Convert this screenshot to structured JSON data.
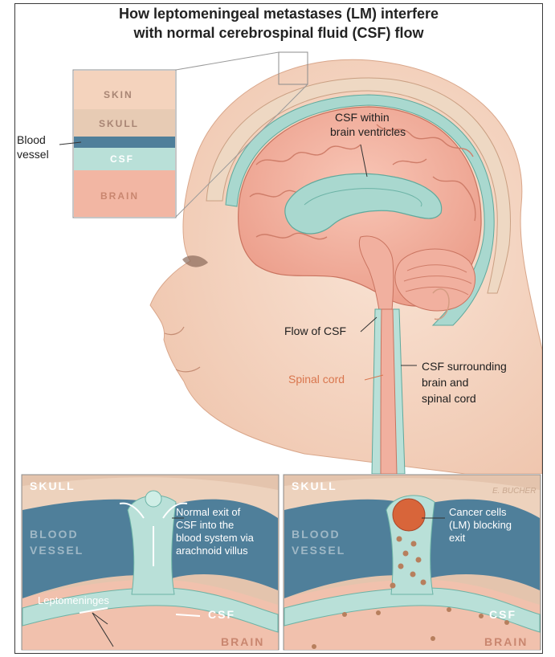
{
  "title": {
    "line1": "How leptomeningeal metastases (LM) interfere",
    "line2": "with normal cerebrospinal fluid (CSF) flow"
  },
  "inset": {
    "skin": "SKIN",
    "skull": "SKULL",
    "csf": "CSF",
    "brain": "BRAIN",
    "blood_vessel_line1": "Blood",
    "blood_vessel_line2": "vessel"
  },
  "main": {
    "csf_ventricles_line1": "CSF within",
    "csf_ventricles_line2": "brain ventricles",
    "flow_of_csf": "Flow of CSF",
    "spinal_cord": "Spinal cord",
    "csf_surrounding_line1": "CSF surrounding",
    "csf_surrounding_line2": "brain and",
    "csf_surrounding_line3": "spinal cord"
  },
  "panel_left": {
    "skull": "SKULL",
    "blood": "BLOOD",
    "vessel": "VESSEL",
    "normal_exit_line1": "Normal exit of",
    "normal_exit_line2": "CSF into the",
    "normal_exit_line3": "blood system via",
    "normal_exit_line4": "arachnoid villus",
    "leptomeninges": "Leptomeninges",
    "csf": "CSF",
    "brain": "BRAIN"
  },
  "panel_right": {
    "skull": "SKULL",
    "signature": "E. BUCHER",
    "blood": "BLOOD",
    "vessel": "VESSEL",
    "cancer_line1": "Cancer cells",
    "cancer_line2": "(LM) blocking",
    "cancer_line3": "exit",
    "csf": "CSF",
    "brain": "BRAIN"
  },
  "colors": {
    "brain": "#f2b6a3",
    "csf": "#b9e0d8",
    "skin": "#f6d6c2",
    "skull": "#e7cbb4",
    "blood": "#4f7f9a",
    "cancer": "#d8653a",
    "accent_label": "#d9764e"
  }
}
